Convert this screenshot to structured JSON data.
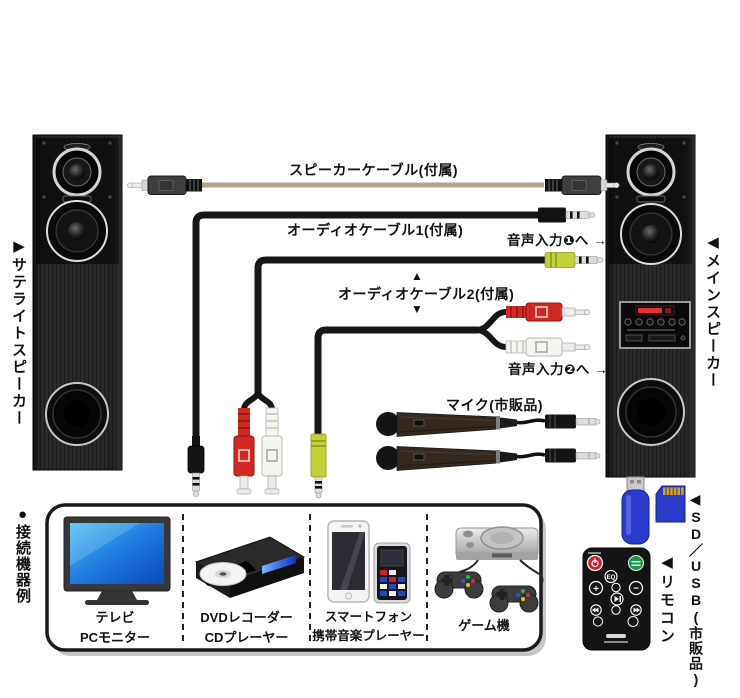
{
  "labels": {
    "satellite_speaker": "▶サテライトスピーカー",
    "main_speaker": "◀メインスピーカー",
    "speaker_cable": "スピーカーケーブル(付属)",
    "audio_cable_1": "オーディオケーブル1(付属)",
    "audio_input_1": "音声入力❶へ →",
    "audio_cable_2": "オーディオケーブル2(付属)",
    "audio_cable_2_arrow_up": "▲",
    "audio_cable_2_arrow_down": "▼",
    "audio_input_2": "音声入力❷へ →",
    "microphone": "マイク(市販品)",
    "sd_usb": "◀SD／USB(市販品)",
    "remote": "◀リモコン"
  },
  "devices_box": {
    "title": "●接続機器例",
    "items": [
      {
        "id": "tv",
        "line1": "テレビ",
        "line2": "PCモニター"
      },
      {
        "id": "dvd",
        "line1": "DVDレコーダー",
        "line2": "CDプレーヤー"
      },
      {
        "id": "smartphone",
        "line1": "スマートフォン",
        "line2": "携帯音楽プレーヤー"
      },
      {
        "id": "game",
        "line1": "ゲーム機",
        "line2": ""
      }
    ]
  },
  "remote_buttons": {
    "eq": "EQ",
    "plus": "+",
    "minus": "−"
  },
  "colors": {
    "speaker_cable": "#b3a284",
    "cable_black": "#161616",
    "plug_green": "#c3d139",
    "rca_red": "#d22823",
    "rca_white": "#f5f4ef",
    "storage_blue": "#2a3ccc",
    "led_red": "#e23333",
    "power_red": "#c82530",
    "green_button": "#18984a",
    "tv_screen_blue": "#1b74dd"
  }
}
